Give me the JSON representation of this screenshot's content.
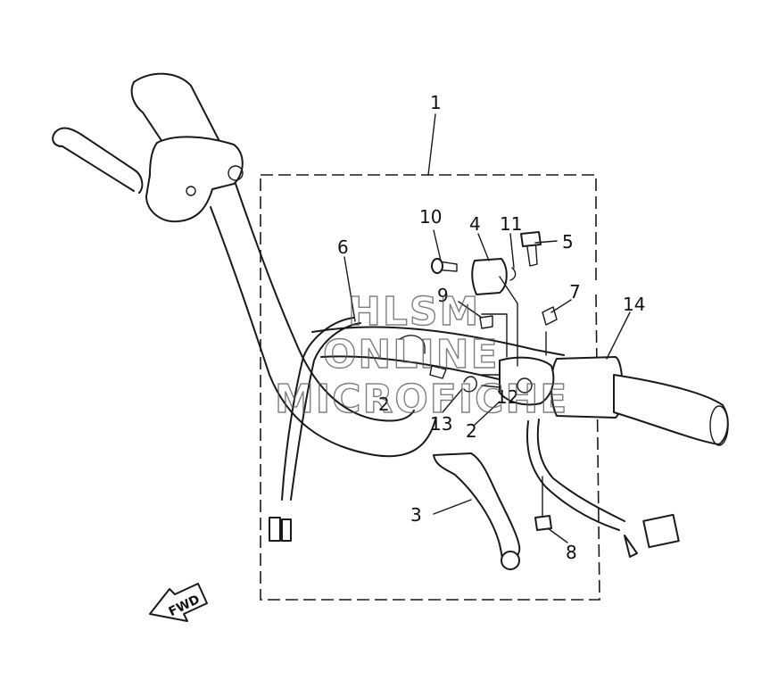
{
  "diagram": {
    "callouts": [
      "1",
      "2",
      "2",
      "3",
      "4",
      "5",
      "6",
      "7",
      "8",
      "9",
      "10",
      "11",
      "12",
      "13",
      "14"
    ],
    "callout_list": [
      {
        "id": "c1",
        "label": "1"
      },
      {
        "id": "c2a",
        "label": "2"
      },
      {
        "id": "c2b",
        "label": "2"
      },
      {
        "id": "c3",
        "label": "3"
      },
      {
        "id": "c4",
        "label": "4"
      },
      {
        "id": "c5",
        "label": "5"
      },
      {
        "id": "c6",
        "label": "6"
      },
      {
        "id": "c7",
        "label": "7"
      },
      {
        "id": "c8",
        "label": "8"
      },
      {
        "id": "c9",
        "label": "9"
      },
      {
        "id": "c10",
        "label": "10"
      },
      {
        "id": "c11",
        "label": "11"
      },
      {
        "id": "c12",
        "label": "12"
      },
      {
        "id": "c13",
        "label": "13"
      },
      {
        "id": "c14",
        "label": "14"
      }
    ],
    "direction_label": "FWD"
  },
  "watermark": {
    "line1": "HLSM",
    "line2": "ONLINE",
    "line3": "MICROFICHE"
  }
}
